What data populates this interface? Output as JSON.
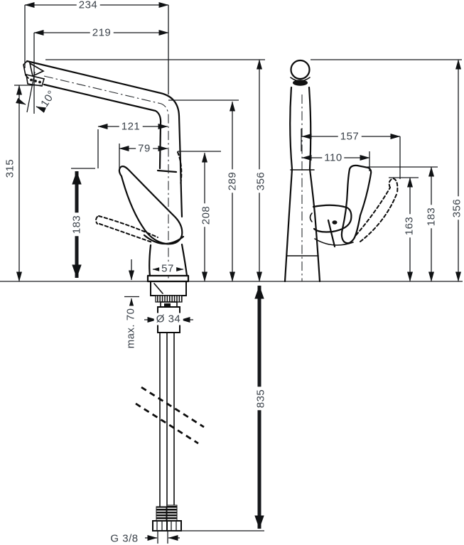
{
  "drawing": {
    "type": "two-view technical dimension drawing of a single-lever kitchen faucet",
    "colors": {
      "line": "#0c0c0c",
      "dimension_text": "#3a4149",
      "background": "#ffffff"
    }
  },
  "dims": {
    "front": {
      "w234": "234",
      "w219": "219",
      "angle": "10°",
      "w121": "121",
      "w79": "79",
      "h315": "315",
      "h183": "183",
      "h208": "208",
      "h289": "289",
      "h356": "356",
      "w57": "57",
      "max70": "max. 70",
      "dia34": "Ø 34",
      "h835": "835",
      "thread": "G 3/8"
    },
    "side": {
      "w157": "157",
      "w110": "110",
      "h163": "163",
      "h183": "183",
      "h356": "356"
    }
  }
}
